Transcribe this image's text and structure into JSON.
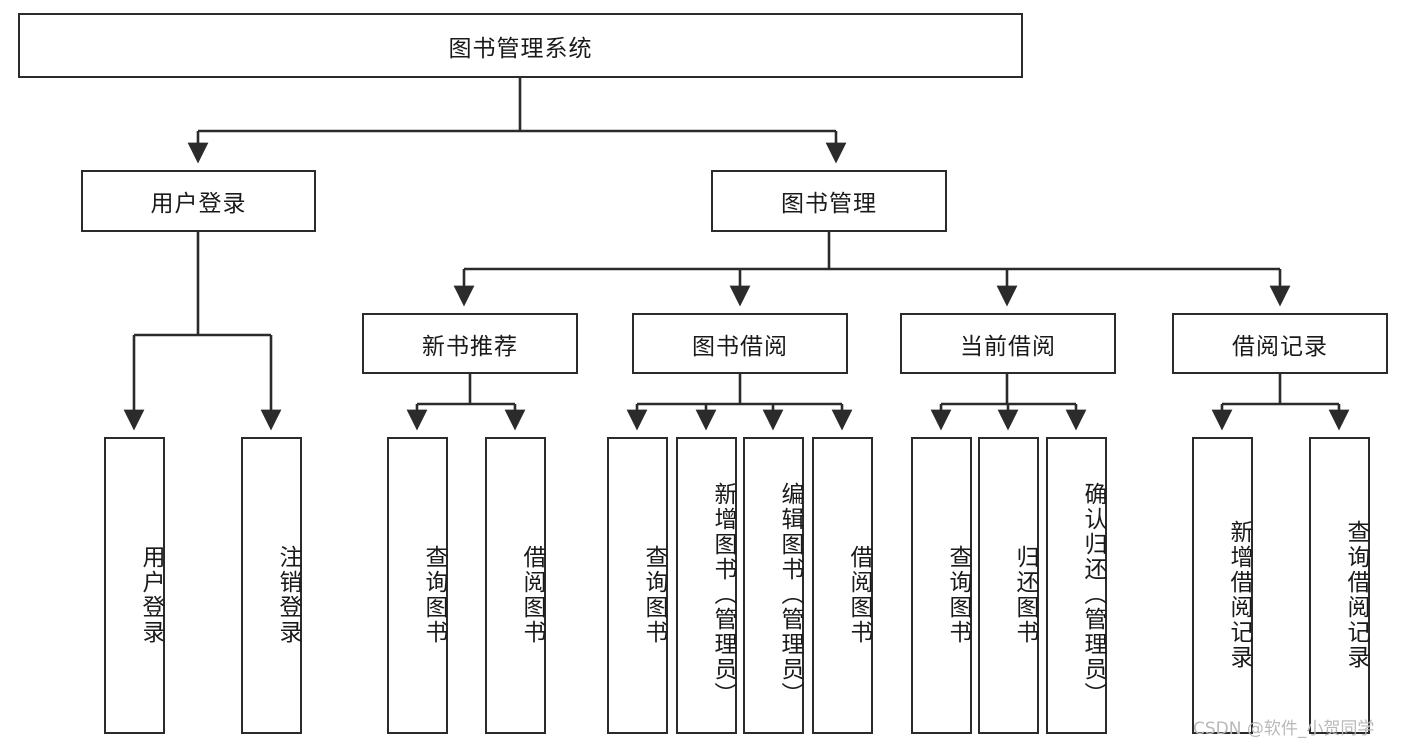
{
  "diagram": {
    "type": "hierarchy-tree",
    "title": "图书管理系统",
    "watermark": "CSDN @软件_小贺同学",
    "colors": {
      "box_border": "#2b2b2b",
      "box_fill": "#ffffff",
      "connector": "#2b2b2b",
      "text": "#1a1a1a",
      "watermark": "#b9b9b9",
      "background": "#ffffff"
    },
    "root": {
      "label": "图书管理系统"
    },
    "level2": [
      {
        "label": "用户登录"
      },
      {
        "label": "图书管理"
      }
    ],
    "level3": [
      {
        "label": "新书推荐"
      },
      {
        "label": "图书借阅"
      },
      {
        "label": "当前借阅"
      },
      {
        "label": "借阅记录"
      }
    ],
    "leaves": {
      "user_login": [
        {
          "label": "用户登录"
        },
        {
          "label": "注销登录"
        }
      ],
      "new_book_recommend": [
        {
          "label": "查询图书"
        },
        {
          "label": "借阅图书"
        }
      ],
      "book_borrow": [
        {
          "label": "查询图书"
        },
        {
          "label": "新增图书（管理员）"
        },
        {
          "label": "编辑图书（管理员）"
        },
        {
          "label": "借阅图书"
        }
      ],
      "current_borrow": [
        {
          "label": "查询图书"
        },
        {
          "label": "归还图书"
        },
        {
          "label": "确认归还（管理员）"
        }
      ],
      "borrow_record": [
        {
          "label": "新增借阅记录"
        },
        {
          "label": "查询借阅记录"
        }
      ]
    }
  }
}
